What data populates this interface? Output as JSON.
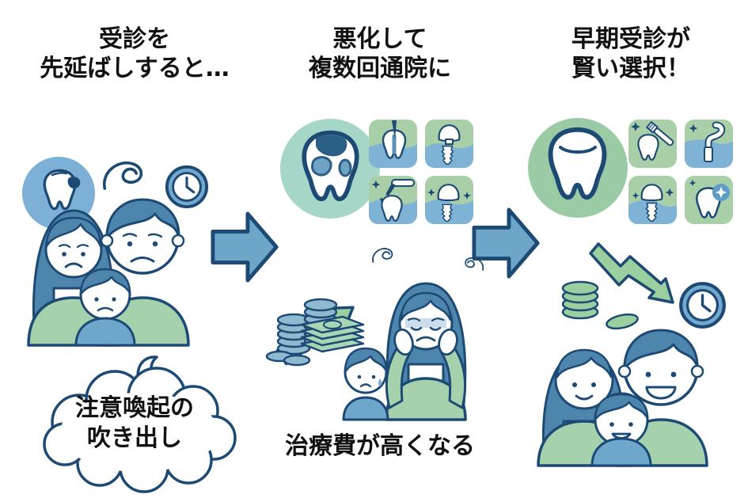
{
  "illustration": {
    "left": {
      "title_l1": "受診を",
      "title_l2": "先延ばしすると…",
      "bubble_l1": "注意喚起の",
      "bubble_l2": "吹き出し"
    },
    "middle": {
      "title_l1": "悪化して",
      "title_l2": "複数回通院に",
      "caption": "治療費が高くなる"
    },
    "right": {
      "title_l1": "早期受診が",
      "title_l2": "賢い選択！"
    }
  },
  "icons": {
    "left_panel": [
      "decayed-tooth-speech-bubble-icon",
      "confusion-squiggle-icon",
      "clock-icon",
      "worried-family-illustration",
      "attention-cloud-speech-bubble"
    ],
    "flow": [
      "right-arrow-icon",
      "right-arrow-icon"
    ],
    "middle_panel": [
      "severely-decayed-tooth-icon",
      "root-canal-treatment-icon",
      "implant-crown-icon",
      "dental-drill-icon",
      "implant-sparkle-icon",
      "rising-cost-money-icon",
      "stressed-mother-and-crying-child-illustration"
    ],
    "right_panel": [
      "healthy-tooth-icon",
      "toothbrushing-icon",
      "dental-tool-icon",
      "implant-crown-sparkle-icon",
      "sparkling-clean-tooth-icon",
      "decreasing-cost-icon",
      "clock-icon",
      "happy-family-illustration"
    ]
  },
  "colors": {
    "background": "#ffffff",
    "text": "#111111",
    "outline": "#1c4a74",
    "arrow_blue": "#6ea6ca",
    "hair_blue": "#4e85ad",
    "light_blue": "#7cb0d6",
    "shirt_green": "#a5d2ac",
    "money_green": "#9ccf9f",
    "teal_circle": "#a5d6c8",
    "green_circle": "#9acba4",
    "tile_green": "#a8cfa8",
    "tile_blue": "#7fb3d6",
    "coin_blue": "#8fb9cf",
    "bill_green": "#a8d6b4",
    "child_shirt_blue": "#6fa7cc"
  }
}
